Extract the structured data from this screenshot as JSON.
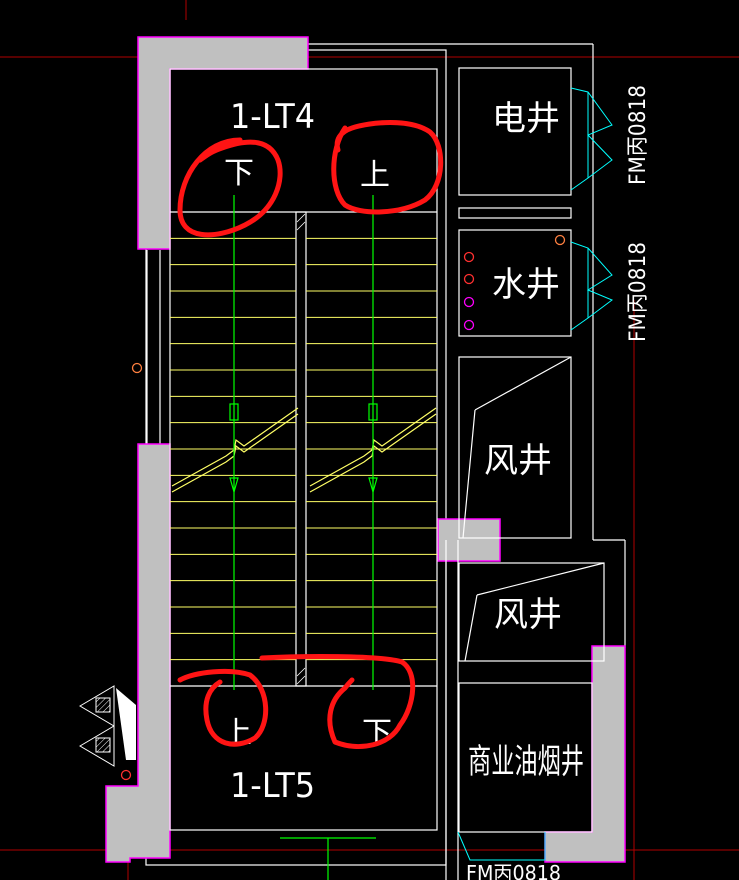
{
  "colors": {
    "background": "#000000",
    "wall_line": "#ffffff",
    "wall_fill": "#c0c0c0",
    "wall_outline": "#ff00ff",
    "grid_line": "#ff0000",
    "stair_tread": "#ffff66",
    "walk_line": "#00ff00",
    "door": "#00ffff",
    "annotation_red": "#ff1414",
    "marker_orange": "#ff8040",
    "marker_red": "#ff3030",
    "marker_magenta": "#ff00ff"
  },
  "labels": {
    "stair_top": "1-LT4",
    "stair_bottom": "1-LT5",
    "down_top": "下",
    "up_top": "上",
    "up_bottom": "上",
    "down_bottom": "下",
    "electrical_shaft": "电井",
    "water_shaft": "水井",
    "air_shaft_1": "风井",
    "air_shaft_2": "风井",
    "kitchen_exhaust_shaft": "商业油烟井",
    "door_tag_1": "FM丙0818",
    "door_tag_2": "FM丙0818",
    "door_tag_3": "FM丙0818"
  },
  "icons": {
    "hatched_triangle": "hatched-triangle-icon",
    "circle_marker": "circle-marker-icon"
  }
}
